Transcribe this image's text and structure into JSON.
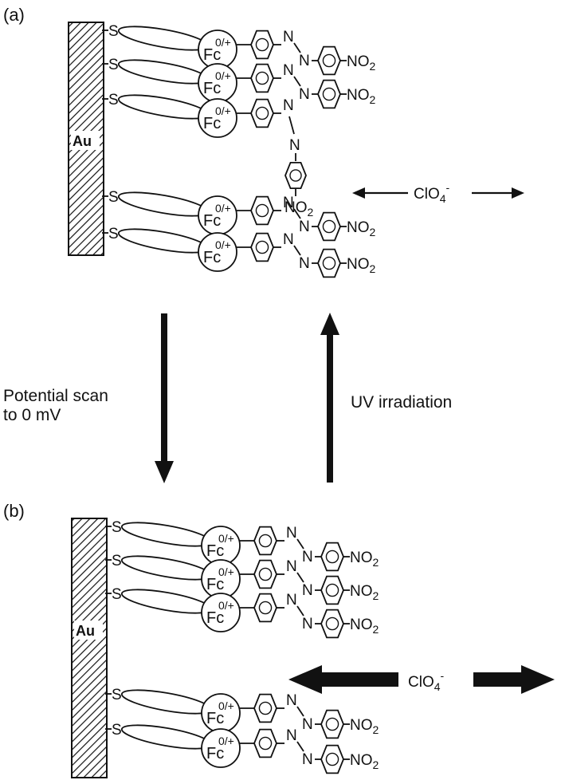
{
  "panel_a": {
    "label": "(a)"
  },
  "panel_b": {
    "label": "(b)"
  },
  "electrode": {
    "label": "Au"
  },
  "thiol": {
    "label": "S"
  },
  "ferrocene": {
    "label": "Fc",
    "charge": "0/+"
  },
  "azo": {
    "n1": "N",
    "n2": "N"
  },
  "nitro": {
    "label": "NO",
    "subscript": "2"
  },
  "anion": {
    "label": "ClO",
    "subscript": "4",
    "charge": "-"
  },
  "left_arrow": {
    "line1": "Potential scan",
    "line2": "to 0 mV"
  },
  "right_arrow": {
    "label": "UV irradiation"
  },
  "colors": {
    "ink": "#111111",
    "background": "#ffffff"
  }
}
